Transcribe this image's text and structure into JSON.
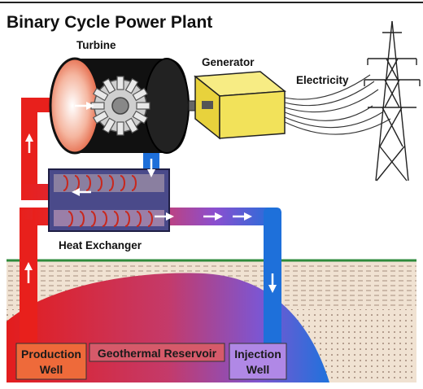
{
  "title": "Binary Cycle Power Plant",
  "labels": {
    "turbine": "Turbine",
    "generator": "Generator",
    "electricity": "Electricity",
    "heat_exchanger": "Heat Exchanger",
    "geothermal_reservoir": "Geothermal Reservoir"
  },
  "wells": {
    "production_line1": "Production",
    "production_line2": "Well",
    "injection_line1": "Injection",
    "injection_line2": "Well"
  },
  "colors": {
    "hot": "#e31d1d",
    "cold": "#1e6fd9",
    "ground_top": "#7a4b3a",
    "ground_line": "#2f8a3c",
    "generator": "#f2e25a"
  }
}
